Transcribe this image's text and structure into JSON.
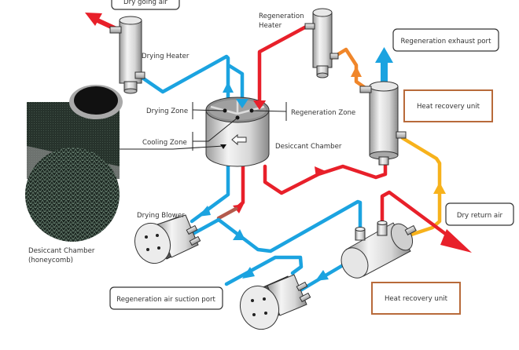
{
  "diagram": {
    "title": "Desiccant dehumidifier airflow diagram",
    "labels": {
      "dry_going_air": "Dry going air",
      "drying_heater": "Drying Heater",
      "regeneration_heater_line1": "Regeneration",
      "regeneration_heater_line2": "Heater",
      "regeneration_exhaust_port": "Regeneration exhaust port",
      "heat_recovery_unit_top": "Heat recovery unit",
      "drying_zone": "Drying Zone",
      "regeneration_zone": "Regeneration Zone",
      "cooling_zone": "Cooling Zone",
      "desiccant_chamber": "Desiccant Chamber",
      "honeycomb_line1": "Desiccant Chamber",
      "honeycomb_line2": "(honeycomb)",
      "drying_blower": "Drying Blower",
      "dry_return_air": "Dry return air",
      "regeneration_air_suction_port": "Regeneration air suction port",
      "heat_recovery_unit_bottom": "Heat recovery unit"
    },
    "colors": {
      "process_air": "#1ba3e0",
      "hot_regeneration_air": "#e8202a",
      "warm_exhaust": "#f0862a",
      "return_air": "#f7b21c",
      "highlight_box_border": "#b86a3a"
    }
  }
}
